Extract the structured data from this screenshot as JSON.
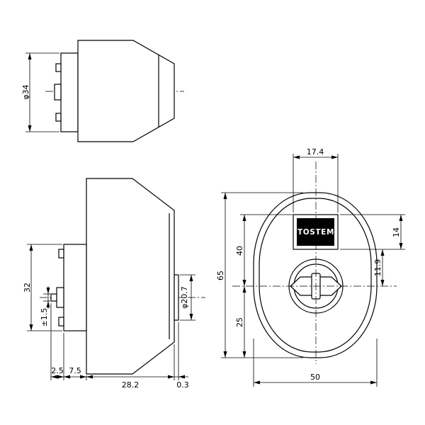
{
  "drawing": {
    "brand": "TOSTEM",
    "line_color": "#000000",
    "background": "#ffffff",
    "views": {
      "knob_side": {
        "dia": "φ34"
      },
      "body_side": {
        "plate_height": "32",
        "play": "±1.5",
        "back_depth": "2.5",
        "plate_thickness": "7.5",
        "body_depth": "28.2",
        "tip_gap": "0.3",
        "stem_dia": "φ20.7"
      },
      "front": {
        "badge_width": "17.4",
        "top_to_center": "40",
        "height": "65",
        "center_to_bottom": "25",
        "badge_height": "14",
        "badge_to_center": "11.9",
        "width": "50"
      }
    }
  }
}
